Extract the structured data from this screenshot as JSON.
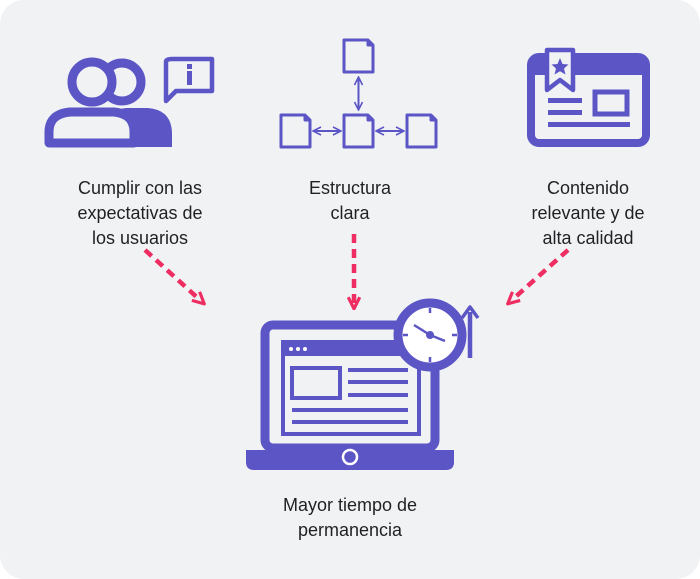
{
  "colors": {
    "background": "#f1f2f4",
    "icon_purple": "#5b55c6",
    "arrow_pink": "#ee2d62",
    "text": "#1f2124"
  },
  "nodes": {
    "users": {
      "icon": "user-group-info-icon",
      "label_lines": [
        "Cumplir con las",
        "expectativas de",
        "los usuarios"
      ]
    },
    "structure": {
      "icon": "document-structure-icon",
      "label_lines": [
        "Estructura",
        "clara"
      ]
    },
    "content": {
      "icon": "featured-content-card-icon",
      "label_lines": [
        "Contenido",
        "relevante y de",
        "alta calidad"
      ]
    },
    "result": {
      "icon": "laptop-clock-up-arrow-icon",
      "label_lines": [
        "Mayor tiempo de",
        "permanencia"
      ]
    }
  }
}
